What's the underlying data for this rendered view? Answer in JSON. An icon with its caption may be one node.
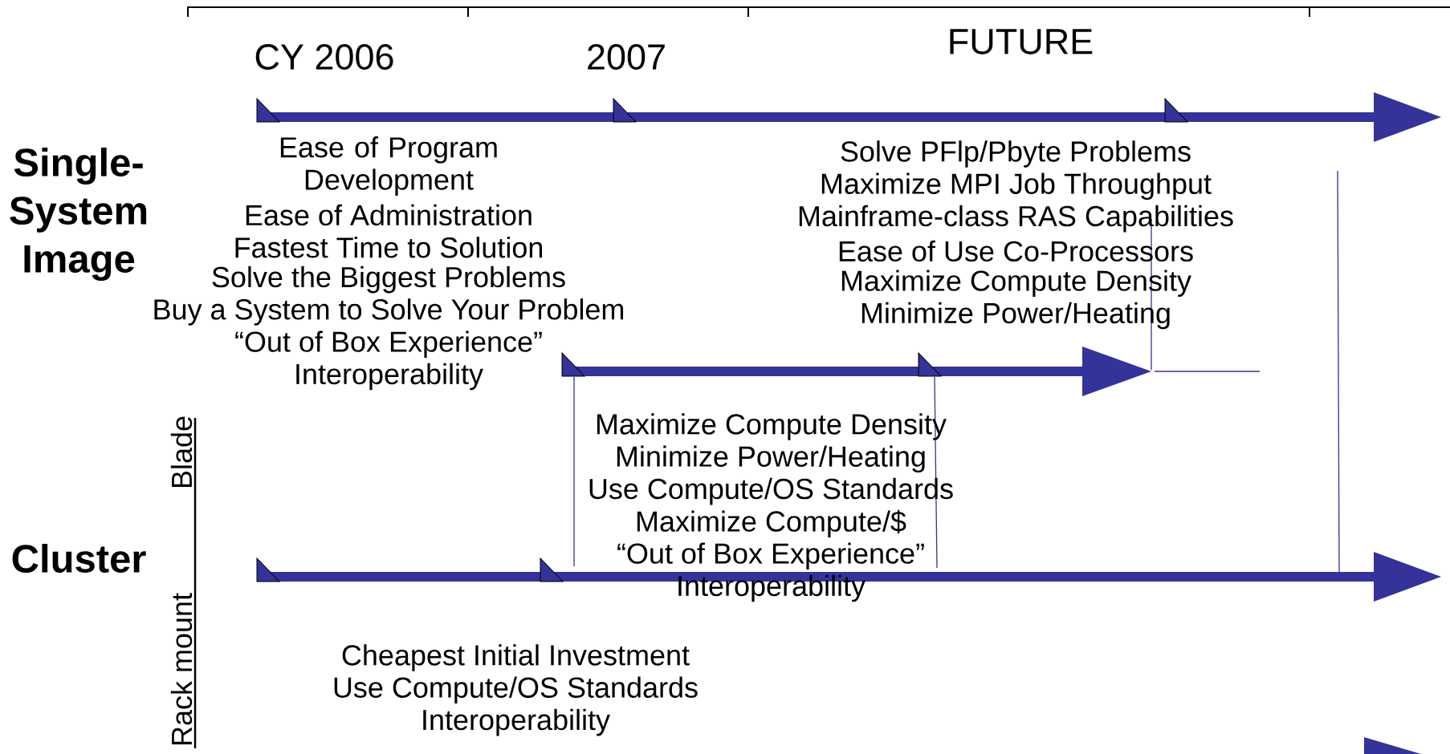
{
  "diagram": {
    "labels": [
      "CY 2006",
      "2007",
      "FUTURE",
      "Single-System Image",
      "Ease of Program Development",
      "Ease of Administration",
      "Fastest Time to Solution",
      "Solve the Biggest Problems",
      "Buy a System to Solve Your Problem",
      "“Out of Box Experience”",
      "Interoperability",
      "Solve PFlp/Pbyte Problems",
      "Maximize MPI Job Throughput",
      "Mainframe-class RAS Capabilities",
      "Ease of Use Co-Processors",
      "Maximize Compute Density",
      "Minimize Power/Heating",
      "Maximize Compute Density",
      "Minimize Power/Heating",
      "Use Compute/OS Standards",
      "Maximize Compute/$",
      "“Out of Box Experience”",
      "Interoperability",
      "Cluster",
      "Blade",
      "Rack mount",
      "Cheapest Initial Investment",
      "Use Compute/OS Standards",
      "Interoperability"
    ]
  }
}
